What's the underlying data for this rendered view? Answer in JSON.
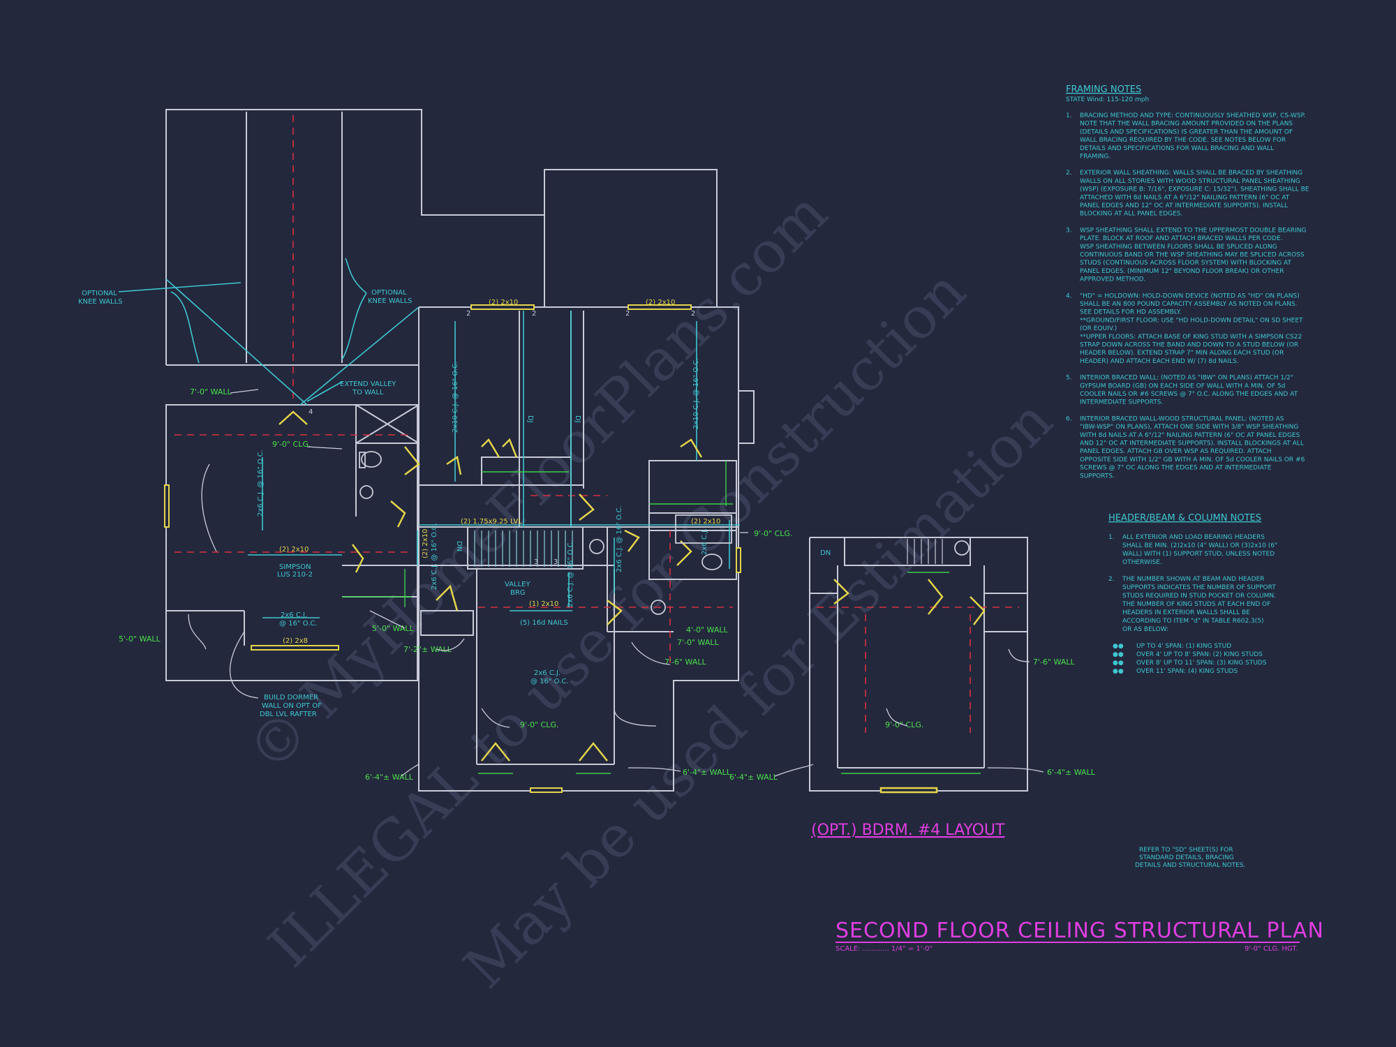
{
  "title": "SECOND FLOOR CEILING STRUCTURAL PLAN",
  "scale": "SCALE: ............ 1/4\" = 1'-0\"",
  "ceiling_height": "9'-0\" CLG. HGT.",
  "opt_layout_title": "(OPT.) BDRM. #4 LAYOUT",
  "watermark": [
    "© MyHomeFloorPlans.com",
    "ILLEGAL to use for Construction",
    "May be used for Estimation"
  ],
  "refer_note": [
    "REFER TO \"SD\" SHEET(S) FOR",
    "STANDARD DETAILS, BRACING",
    "DETAILS AND STRUCTURAL NOTES."
  ],
  "framing_notes": {
    "heading": "FRAMING NOTES",
    "subheading": "STATE Wind: 115-120 mph",
    "items": [
      {
        "num": "1.",
        "lines": [
          "BRACING METHOD AND TYPE: CONTINUOUSLY SHEATHED WSP, CS-WSP.",
          "NOTE THAT THE WALL BRACING AMOUNT PROVIDED ON THE PLANS",
          "(DETAILS AND SPECIFICATIONS) IS GREATER THAN THE AMOUNT OF",
          "WALL BRACING REQUIRED BY THE CODE. SEE NOTES BELOW FOR",
          "DETAILS AND SPECIFICATIONS FOR WALL BRACING AND WALL",
          "FRAMING."
        ]
      },
      {
        "num": "2.",
        "lines": [
          "EXTERIOR WALL SHEATHING: WALLS SHALL BE BRACED BY SHEATHING",
          "WALLS ON ALL STORIES WITH WOOD STRUCTURAL PANEL SHEATHING",
          "(WSP) (EXPOSURE B: 7/16\", EXPOSURE C: 15/32\"). SHEATHING SHALL BE",
          "ATTACHED WITH 8d NAILS AT A 6\"/12\" NAILING PATTERN (6\" OC AT",
          "PANEL EDGES AND 12\" OC AT INTERMEDIATE SUPPORTS). INSTALL",
          "BLOCKING AT ALL PANEL EDGES."
        ]
      },
      {
        "num": "3.",
        "lines": [
          "WSP SHEATHING SHALL EXTEND TO THE UPPERMOST DOUBLE BEARING",
          "PLATE. BLOCK AT ROOF AND ATTACH BRACED WALLS PER CODE.",
          "WSP SHEATHING BETWEEN FLOORS SHALL BE SPLICED ALONG",
          "CONTINUOUS BAND OR THE WSP SHEATHING MAY BE SPLICED ACROSS",
          "STUDS (CONTINUOUS ACROSS FLOOR SYSTEM) WITH BLOCKING AT",
          "PANEL EDGES. (MINIMUM 12\" BEYOND FLOOR BREAK) OR OTHER",
          "APPROVED METHOD."
        ]
      },
      {
        "num": "4.",
        "lines": [
          "\"HD\" = HOLDOWN: HOLD-DOWN DEVICE (NOTED AS \"HD\" ON PLANS)",
          "SHALL BE AN 800 POUND CAPACITY ASSEMBLY AS NOTED ON PLANS.",
          "SEE DETAILS FOR HD ASSEMBLY.",
          "**GROUND/FIRST FLOOR: USE \"HD HOLD-DOWN DETAIL\" ON SD SHEET",
          "(OR EQUIV.)",
          "**UPPER FLOORS: ATTACH BASE OF KING STUD WITH A SIMPSON CS22",
          "STRAP DOWN ACROSS THE BAND AND DOWN TO A STUD BELOW (OR",
          "HEADER BELOW). EXTEND STRAP 7\" MIN ALONG EACH STUD (OR",
          "HEADER) AND ATTACH EACH END W/ (7) 8d NAILS."
        ]
      },
      {
        "num": "5.",
        "lines": [
          "INTERIOR BRACED WALL: (NOTED AS \"IBW\" ON PLANS) ATTACH 1/2\"",
          "GYPSUM BOARD (GB) ON EACH SIDE OF WALL WITH A MIN. OF 5d",
          "COOLER NAILS OR #6 SCREWS @ 7\" O.C. ALONG THE EDGES AND AT",
          "INTERMEDIATE SUPPORTS."
        ]
      },
      {
        "num": "6.",
        "lines": [
          "INTERIOR BRACED WALL-WOOD STRUCTURAL PANEL: (NOTED AS",
          "\"IBW-WSP\" ON PLANS), ATTACH ONE SIDE WITH 3/8\" WSP SHEATHING",
          "WITH 8d NAILS AT A 6\"/12\" NAILING PATTERN (6\" OC AT PANEL EDGES",
          "AND 12\" OC AT INTERMEDIATE SUPPORTS). INSTALL BLOCKINGS AT ALL",
          "PANEL EDGES. ATTACH GB OVER WSP AS REQUIRED. ATTACH",
          "OPPOSITE SIDE WITH 1/2\" GB WITH A MIN. OF 5d COOLER NAILS OR #6",
          "SCREWS @ 7\" OC ALONG THE EDGES AND AT INTERMEDIATE",
          "SUPPORTS."
        ]
      }
    ]
  },
  "header_notes": {
    "heading": "HEADER/BEAM & COLUMN NOTES",
    "items": [
      {
        "num": "1.",
        "lines": [
          "ALL EXTERIOR AND LOAD BEARING HEADERS",
          "SHALL BE MIN. (2)2x10 (4\" WALL) OR (3)2x10 (6\"",
          "WALL) WITH (1) SUPPORT STUD, UNLESS NOTED",
          "OTHERWISE."
        ]
      },
      {
        "num": "2.",
        "lines": [
          "THE NUMBER SHOWN AT BEAM AND HEADER",
          "SUPPORTS INDICATES THE NUMBER OF SUPPORT",
          "STUDS REQUIRED IN STUD POCKET OR COLUMN.",
          "THE NUMBER OF KING STUDS AT EACH END OF",
          "HEADERS IN EXTERIOR WALLS SHALL BE",
          "ACCORDING TO ITEM \"d\" IN TABLE R602.3(5)",
          "OR AS BELOW:"
        ]
      }
    ],
    "bullets": [
      "UP TO 4' SPAN: (1) KING STUD",
      "OVER 4' UP TO 8' SPAN: (2) KING STUDS",
      "OVER 8' UP TO 11' SPAN: (3) KING STUDS",
      "OVER 11' SPAN: (4) KING STUDS"
    ]
  },
  "labels": {
    "optional_knee_left": [
      "OPTIONAL",
      "KNEE WALLS"
    ],
    "optional_knee_right": [
      "OPTIONAL",
      "KNEE WALLS"
    ],
    "extend_valley": [
      "EXTEND VALLEY",
      "TO WALL"
    ],
    "wall_7_0_left": "7'-0\" WALL",
    "clg_9_left": "9'-0\" CLG.",
    "cj_2x6_left": "2x6 C.J. @ 16\" O.C.",
    "header_2x10_left": "(2) 2x10",
    "simpson": [
      "SIMPSON",
      "LUS 210-2"
    ],
    "cj_2x6_dormer": [
      "2x6 C.J.",
      "@ 16\" O.C."
    ],
    "header_2x8": "(2) 2x8",
    "wall_5_0_left": "5'-0\" WALL",
    "build_dormer": [
      "BUILD DORMER",
      "WALL ON OPT OF",
      "DBL LVL RAFTER"
    ],
    "wall_5_0_mid": "5'-0\" WALL",
    "wall_7_2": "7'-2\"± WALL",
    "top_2x10_a": "(2) 2x10",
    "top_2x10_b": "(2) 2x10",
    "cj_2x10_a": "2x10 C.J. @ 16\" O.C.",
    "cj_2x10_b": "2x10 C.J. @ 16\" O.C.",
    "dj1": "DJ",
    "dj2": "DJ",
    "lvl_beam": "(2) 1.75x9.25 LVL",
    "header_2x10_vert": "(2) 2x10",
    "dn": "DN",
    "cj_2x6_v1": "2x6 C.J. @ 16\" O.C.",
    "cj_2x6_v2": "2x6 C.J. @ 16\" O.C.",
    "valley_brg": [
      "VALLEY",
      "BRG"
    ],
    "header_1_2x10": "(1) 2x10",
    "nails_16d": "(5) 16d NAILS",
    "bath_2x10": "(2) 2x10",
    "bath_cj": "2x6 C.J.",
    "clg_9_right": "9'-0\" CLG.",
    "wall_4_0": "4'-0\" WALL",
    "wall_7_0_mid": "7'-0\" WALL",
    "wall_7_6_mid": "7'-6\" WALL",
    "cj_2x6_bottom": [
      "2x6 C.J.",
      "@ 16\" O.C."
    ],
    "clg_9_bottom": "9'-0\" CLG.",
    "wall_6_4_left": "6'-4\"± WALL",
    "wall_6_4_right": "6'-4\"± WALL",
    "opt_wall_6_4_left": "6'-4\"± WALL",
    "opt_wall_6_4_right": "6'-4\"± WALL",
    "opt_wall_7_6": "7'-6\" WALL",
    "opt_clg_9": "9'-0\" CLG.",
    "opt_dn": "DN",
    "num2": "2",
    "num3": "3",
    "num4": "4"
  }
}
